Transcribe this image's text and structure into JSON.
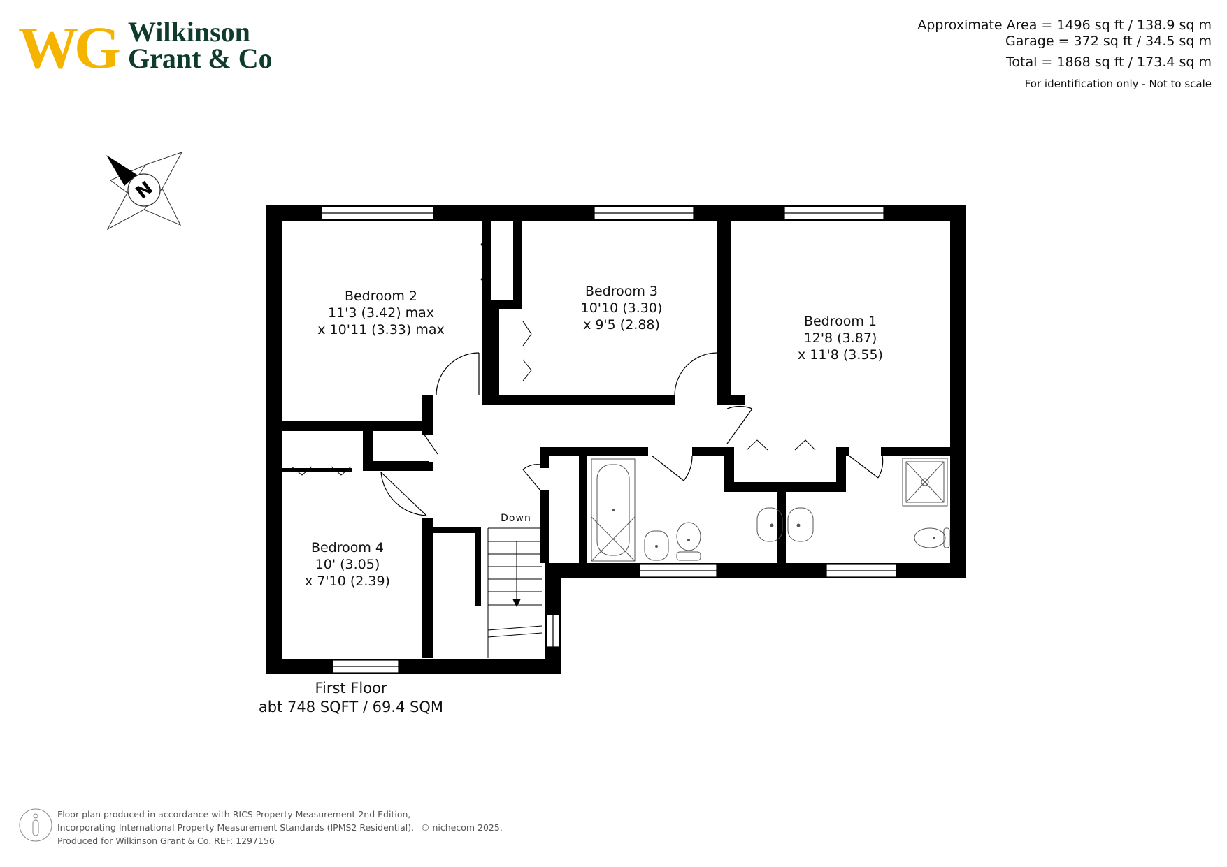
{
  "brand": {
    "monogram": "WG",
    "name_line1": "Wilkinson",
    "name_line2": "Grant & Co",
    "color_gold": "#f5b400",
    "color_green": "#0f3b2c"
  },
  "area": {
    "approx": "Approximate Area = 1496 sq ft / 138.9 sq m",
    "garage": "Garage = 372 sq ft / 34.5 sq m",
    "total": "Total = 1868 sq ft / 173.4 sq m",
    "note": "For identification only - Not to scale"
  },
  "compass": {
    "letter": "N"
  },
  "rooms": {
    "bedroom2": {
      "name": "Bedroom 2",
      "dim1": "11'3 (3.42) max",
      "dim2": "x 10'11 (3.33) max"
    },
    "bedroom3": {
      "name": "Bedroom 3",
      "dim1": "10'10 (3.30)",
      "dim2": "x 9'5 (2.88)"
    },
    "bedroom1": {
      "name": "Bedroom 1",
      "dim1": "12'8 (3.87)",
      "dim2": "x 11'8 (3.55)"
    },
    "bedroom4": {
      "name": "Bedroom 4",
      "dim1": "10' (3.05)",
      "dim2": "x 7'10 (2.39)"
    },
    "stairs": {
      "label": "Down"
    }
  },
  "floor": {
    "name": "First Floor",
    "area": "abt 748 SQFT / 69.4 SQM"
  },
  "footer": {
    "line1": "Floor plan produced in accordance with RICS Property Measurement 2nd Edition,",
    "line2": "Incorporating International Property Measurement Standards (IPMS2 Residential).",
    "copyright": "© nichecom   2025.",
    "line3": "Produced for Wilkinson Grant & Co.   REF:  1297156"
  },
  "colors": {
    "wall": "#000000",
    "fixture": "#555555"
  }
}
